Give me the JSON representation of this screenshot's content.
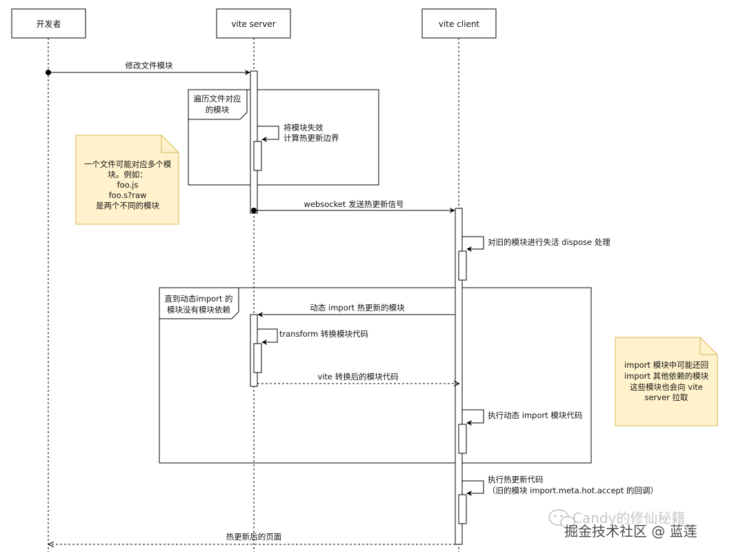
{
  "participants": {
    "developer": "开发者",
    "server": "vite server",
    "client": "vite client"
  },
  "messages": {
    "modify": "修改文件模块",
    "invalidate_line1": "将模块失效",
    "invalidate_line2": "计算热更新边界",
    "websocket": "websocket 发送热更新信号",
    "dispose": "对旧的模块进行失活 dispose 处理",
    "dynamic_import": "动态 import 热更新的模块",
    "transform": "transform 转换模块代码",
    "transformed_code": "vite 转换后的模块代码",
    "exec_dynamic": "执行动态 import 模块代码",
    "exec_hot_line1": "执行热更新代码",
    "exec_hot_line2": "（旧的模块 import.meta.hot.accept 的回调）",
    "page_updated": "热更新后的页面"
  },
  "fragments": {
    "loop1_line1": "遍历文件对应",
    "loop1_line2": "的模块",
    "loop2_line1": "直到动态import 的",
    "loop2_line2": "模块没有模块依赖"
  },
  "notes": {
    "note1": [
      "一个文件可能对应多个模",
      "块。例如：",
      "foo.js",
      "foo.s?raw",
      "是两个不同的模块"
    ],
    "note2": [
      "import 模块中可能还回",
      "import 其他依赖的模块",
      "这些模块也会向 vite",
      "server 拉取"
    ]
  },
  "watermark": {
    "line1": "Candy的修仙秘籍",
    "line2": "掘金技术社区 @ 蓝莲"
  },
  "colors": {
    "line": "#000000",
    "note_fill": "#fff2cc",
    "note_stroke": "#d6b656",
    "box_fill": "#ffffff"
  }
}
